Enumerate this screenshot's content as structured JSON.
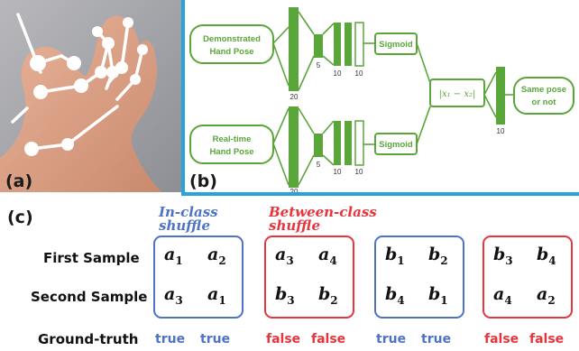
{
  "panel_a": {
    "label": "(a)"
  },
  "panel_b": {
    "label": "(b)",
    "input_top": "Demonstrated Hand Pose",
    "input_bottom": "Real-time Hand Pose",
    "sigmoid_top": "Sigmoid",
    "sigmoid_bottom": "Sigmoid",
    "diff": "|x₁ − x₂|",
    "output": "Same pose or not",
    "layer_sizes": [
      "20",
      "5",
      "10",
      "10"
    ],
    "final_size": "10"
  },
  "panel_c": {
    "label": "(c)",
    "in_class": "In-class shuffle",
    "between_class": "Between-class shuffle",
    "first_sample": "First Sample",
    "second_sample": "Second Sample",
    "ground_truth": "Ground-truth",
    "groups": [
      {
        "first": [
          [
            "a",
            "1"
          ],
          [
            "a",
            "2"
          ]
        ],
        "second": [
          [
            "a",
            "3"
          ],
          [
            "a",
            "1"
          ]
        ],
        "gt": [
          "true",
          "true"
        ],
        "color": "#4e72c4"
      },
      {
        "first": [
          [
            "a",
            "3"
          ],
          [
            "a",
            "4"
          ]
        ],
        "second": [
          [
            "b",
            "3"
          ],
          [
            "b",
            "2"
          ]
        ],
        "gt": [
          "false",
          "false"
        ],
        "color": "#e8343c"
      },
      {
        "first": [
          [
            "b",
            "1"
          ],
          [
            "b",
            "2"
          ]
        ],
        "second": [
          [
            "b",
            "4"
          ],
          [
            "b",
            "1"
          ]
        ],
        "gt": [
          "true",
          "true"
        ],
        "color": "#4e72c4"
      },
      {
        "first": [
          [
            "b",
            "3"
          ],
          [
            "b",
            "4"
          ]
        ],
        "second": [
          [
            "a",
            "4"
          ],
          [
            "a",
            "2"
          ]
        ],
        "gt": [
          "false",
          "false"
        ],
        "color": "#e8343c"
      }
    ]
  },
  "colors": {
    "accent": "#2aa3dc",
    "green": "#5aa63a",
    "blue": "#4e72c4",
    "red": "#e8343c"
  }
}
